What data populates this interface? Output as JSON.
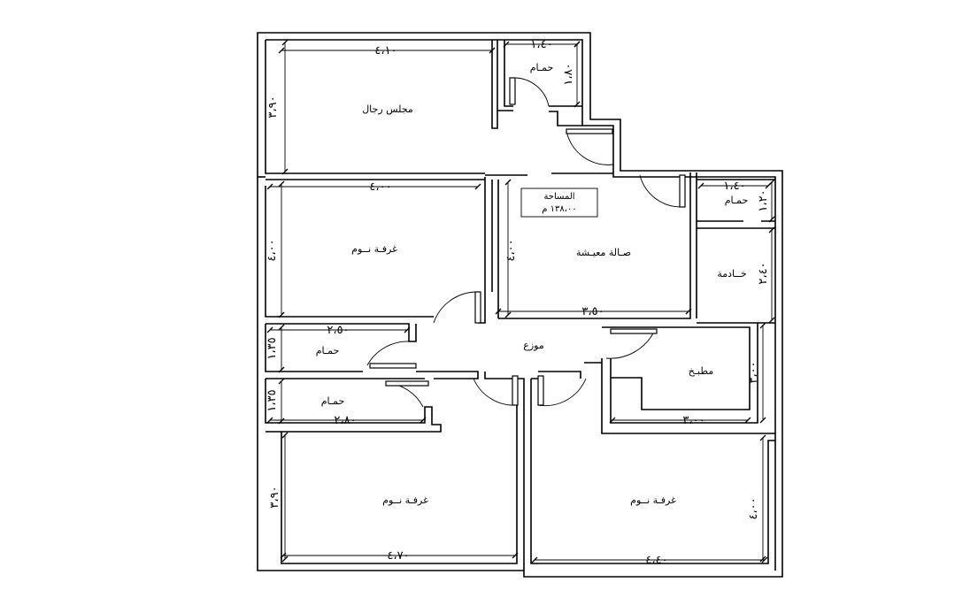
{
  "area": {
    "title": "المساحة",
    "value": "١٣٨،٠٠ م"
  },
  "rooms": {
    "majlis": "مجلس رجال",
    "bath_top": "حمـام",
    "bedroom_1": "غرفـة نــوم",
    "living": "صـالة معيـشة",
    "bath_small": "حمـام",
    "maid": "خــادمة",
    "bath_mid": "حمـام",
    "distributor": "موزع",
    "kitchen": "مطبـخ",
    "bath_lower": "حمـام",
    "bedroom_2": "غرفـة نــوم",
    "bedroom_3": "غرفـة نــوم"
  },
  "dimensions": {
    "majlis_w": "٤،١٠",
    "majlis_h": "٣،٩٠",
    "bath_top_w": "١،٤٠",
    "bath_top_h": "١،٨٠",
    "bed1_w": "٤،٠٠",
    "bed1_h": "٤،٠٠",
    "living_w": "٣،٥٠",
    "living_h": "٤،٠٠",
    "bath_small_w": "١،٤٠",
    "bath_small_h": "١،٢٠",
    "maid_h": "٢،٤٠",
    "bath_mid_w": "٢،٥٠",
    "bath_mid_h": "١،٣٥",
    "bath_low_w": "٢،٨٠",
    "bath_low_h": "١،٣٥",
    "kitchen_w": "٣،٠٠",
    "kitchen_h": "٣،٠٠",
    "bed2_w": "٤،٧٠",
    "bed2_h": "٣،٩٠",
    "bed3_w": "٤،٤٠",
    "bed3_h": "٤،٠٠"
  }
}
